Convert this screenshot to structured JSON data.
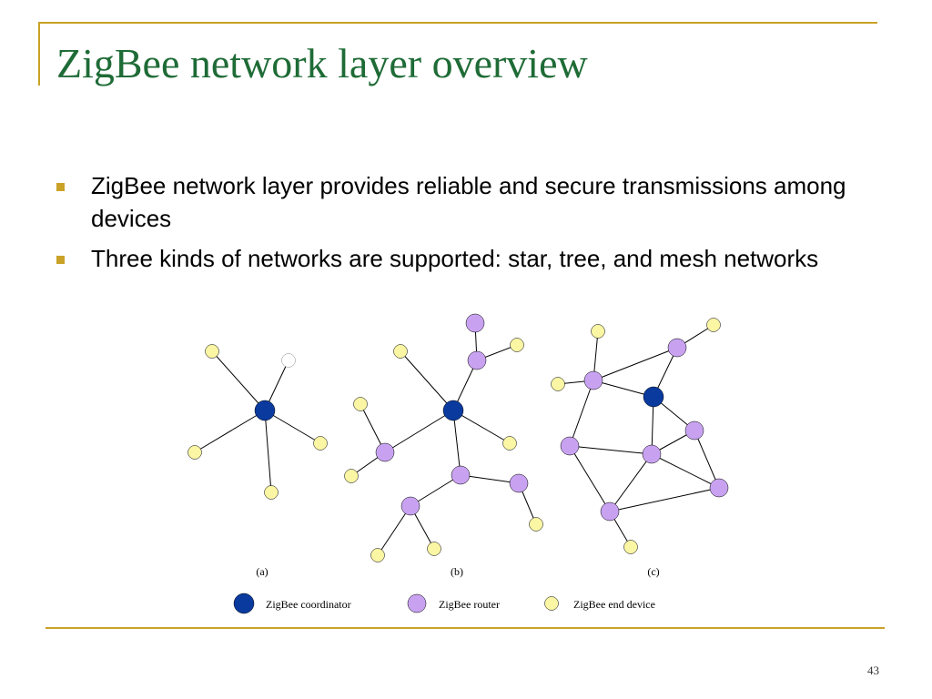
{
  "slide": {
    "title": "ZigBee network layer overview",
    "bullets": [
      "ZigBee network layer provides reliable and secure transmissions among devices",
      "Three kinds of networks are supported: star, tree, and mesh networks"
    ],
    "page_number": "43"
  },
  "diagram": {
    "colors": {
      "coordinator": "#0a3a9e",
      "router": "#c8a2f0",
      "end_device": "#fbf6a4",
      "edge": "#000000"
    },
    "panel_labels": [
      "(a)",
      "(b)",
      "(c)"
    ],
    "legend": {
      "coordinator": "ZigBee coordinator",
      "router": "ZigBee router",
      "end_device": "ZigBee end device"
    },
    "networks": [
      {
        "nodes": [
          {
            "id": "c",
            "type": "coordinator"
          },
          {
            "id": "e1",
            "type": "end_device"
          },
          {
            "id": "e2",
            "type": "empty"
          },
          {
            "id": "e3",
            "type": "end_device"
          },
          {
            "id": "e4",
            "type": "end_device"
          },
          {
            "id": "e5",
            "type": "end_device"
          }
        ],
        "edges": [
          [
            "c",
            "e1"
          ],
          [
            "c",
            "e2"
          ],
          [
            "c",
            "e3"
          ],
          [
            "c",
            "e4"
          ],
          [
            "c",
            "e5"
          ]
        ]
      },
      {
        "nodes": [
          {
            "id": "c",
            "type": "coordinator"
          },
          {
            "id": "rTop",
            "type": "router"
          },
          {
            "id": "r2",
            "type": "router"
          },
          {
            "id": "eTR",
            "type": "end_device"
          },
          {
            "id": "eTL",
            "type": "end_device"
          },
          {
            "id": "eR",
            "type": "end_device"
          },
          {
            "id": "rL",
            "type": "router"
          },
          {
            "id": "eL1",
            "type": "end_device"
          },
          {
            "id": "eL2",
            "type": "end_device"
          },
          {
            "id": "rM",
            "type": "router"
          },
          {
            "id": "rR",
            "type": "router"
          },
          {
            "id": "eR2",
            "type": "end_device"
          },
          {
            "id": "rB",
            "type": "router"
          },
          {
            "id": "eB1",
            "type": "end_device"
          },
          {
            "id": "eB2",
            "type": "end_device"
          }
        ],
        "edges": [
          [
            "rTop",
            "r2"
          ],
          [
            "r2",
            "eTR"
          ],
          [
            "r2",
            "c"
          ],
          [
            "c",
            "eTL"
          ],
          [
            "c",
            "eR"
          ],
          [
            "c",
            "rL"
          ],
          [
            "rL",
            "eL1"
          ],
          [
            "rL",
            "eL2"
          ],
          [
            "c",
            "rM"
          ],
          [
            "rM",
            "rR"
          ],
          [
            "rR",
            "eR2"
          ],
          [
            "rM",
            "rB"
          ],
          [
            "rB",
            "eB1"
          ],
          [
            "rB",
            "eB2"
          ]
        ]
      },
      {
        "nodes": [
          {
            "id": "c",
            "type": "coordinator"
          },
          {
            "id": "r1",
            "type": "router"
          },
          {
            "id": "r2",
            "type": "router"
          },
          {
            "id": "r3",
            "type": "router"
          },
          {
            "id": "r4",
            "type": "router"
          },
          {
            "id": "r5",
            "type": "router"
          },
          {
            "id": "r6",
            "type": "router"
          },
          {
            "id": "r7",
            "type": "router"
          },
          {
            "id": "e1",
            "type": "end_device"
          },
          {
            "id": "e2",
            "type": "end_device"
          },
          {
            "id": "e3",
            "type": "end_device"
          },
          {
            "id": "e4",
            "type": "end_device"
          }
        ],
        "edges": [
          [
            "e1",
            "r1"
          ],
          [
            "r1",
            "e2"
          ],
          [
            "r1",
            "r2"
          ],
          [
            "r2",
            "e3"
          ],
          [
            "r2",
            "c"
          ],
          [
            "r1",
            "c"
          ],
          [
            "r1",
            "r3"
          ],
          [
            "c",
            "r4"
          ],
          [
            "c",
            "r5"
          ],
          [
            "r3",
            "r4"
          ],
          [
            "r4",
            "r5"
          ],
          [
            "r5",
            "r6"
          ],
          [
            "r4",
            "r6"
          ],
          [
            "r3",
            "r7"
          ],
          [
            "r4",
            "r7"
          ],
          [
            "r7",
            "r6"
          ],
          [
            "r7",
            "e4"
          ]
        ]
      }
    ]
  }
}
